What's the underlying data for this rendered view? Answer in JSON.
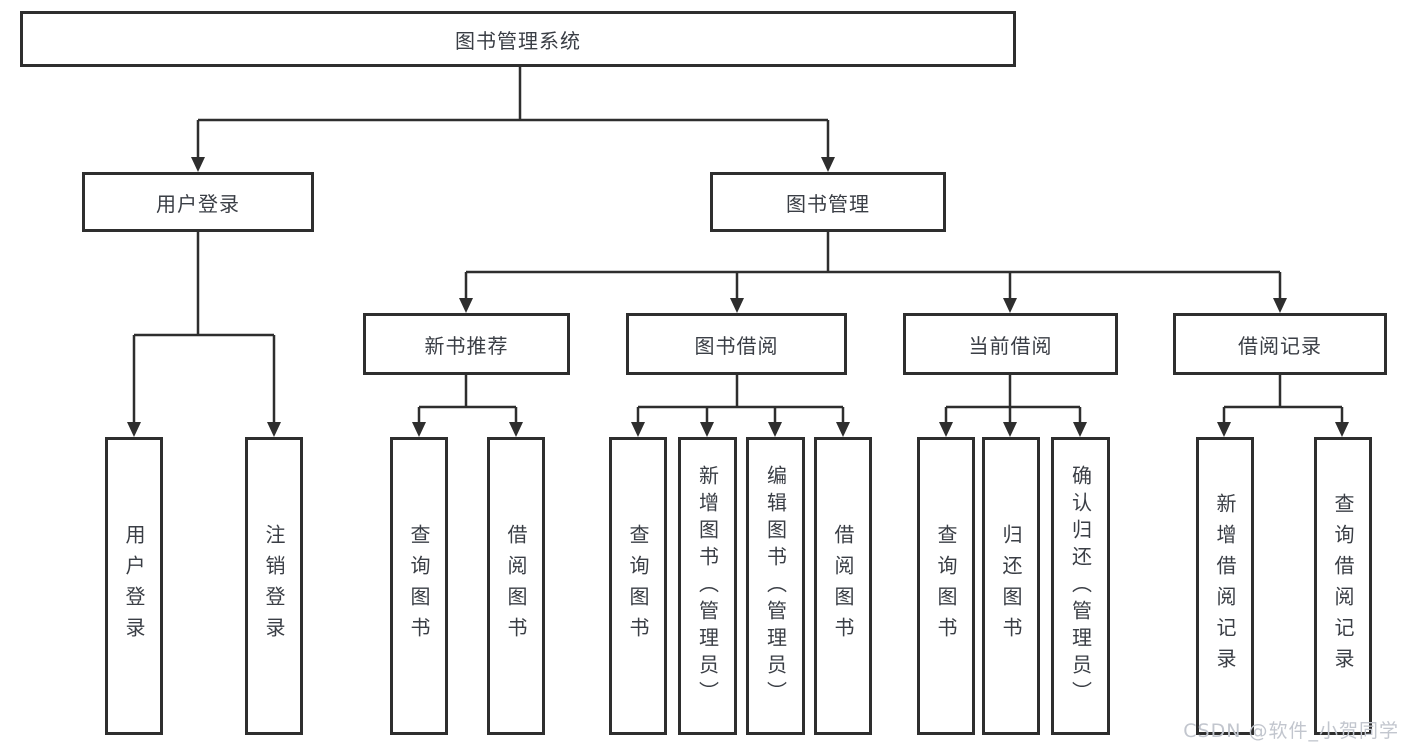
{
  "diagram": {
    "root": {
      "label": "图书管理系统"
    },
    "branches": [
      {
        "label": "用户登录",
        "children": [
          {
            "label": "用户登录"
          },
          {
            "label": "注销登录"
          }
        ]
      },
      {
        "label": "图书管理",
        "children": [
          {
            "label": "新书推荐",
            "children": [
              {
                "label": "查询图书"
              },
              {
                "label": "借阅图书"
              }
            ]
          },
          {
            "label": "图书借阅",
            "children": [
              {
                "label": "查询图书"
              },
              {
                "label": "新增图书（管理员）"
              },
              {
                "label": "编辑图书（管理员）"
              },
              {
                "label": "借阅图书"
              }
            ]
          },
          {
            "label": "当前借阅",
            "children": [
              {
                "label": "查询图书"
              },
              {
                "label": "归还图书"
              },
              {
                "label": "确认归还（管理员）"
              }
            ]
          },
          {
            "label": "借阅记录",
            "children": [
              {
                "label": "新增借阅记录"
              },
              {
                "label": "查询借阅记录"
              }
            ]
          }
        ]
      }
    ]
  },
  "watermark": {
    "text": "CSDN @软件_小贺同学"
  },
  "colors": {
    "line": "#2e2e2e",
    "box_border": "#2e2e2e",
    "text": "#3a3e45",
    "background": "#ffffff",
    "watermark": "#c2c6ce"
  }
}
